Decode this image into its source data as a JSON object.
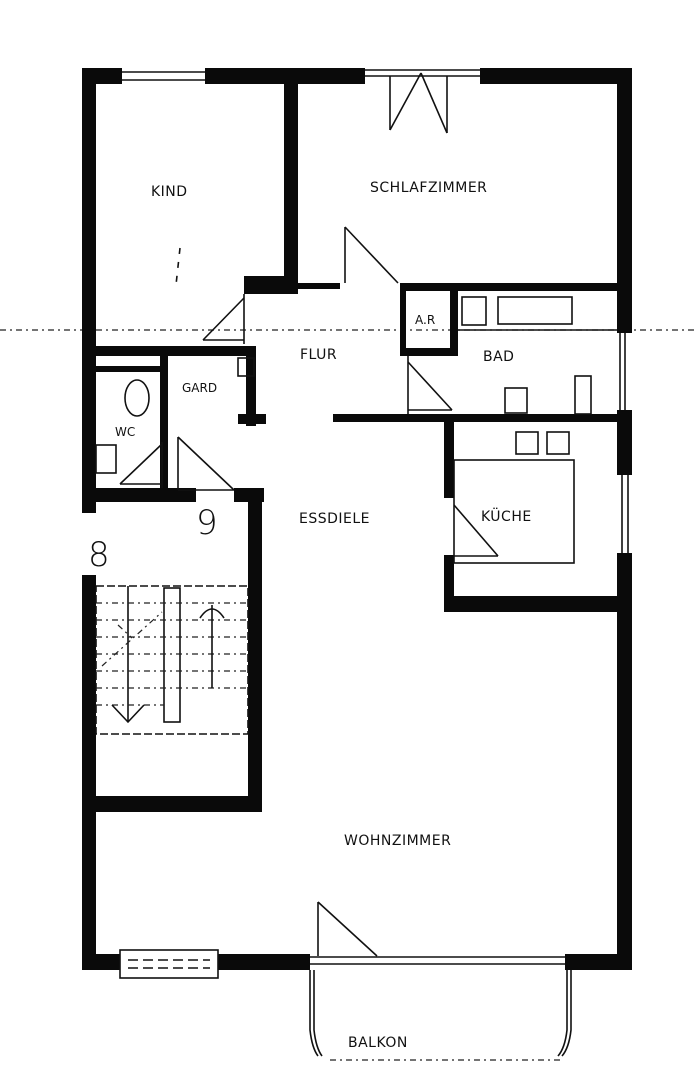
{
  "plan": {
    "type": "floor plan",
    "rooms": [
      {
        "id": "kind",
        "label": "KIND"
      },
      {
        "id": "schlafzimmer",
        "label": "SCHLAFZIMMER"
      },
      {
        "id": "flur",
        "label": "FLUR"
      },
      {
        "id": "abstellraum",
        "label": "A.R"
      },
      {
        "id": "bad",
        "label": "BAD"
      },
      {
        "id": "garderobe",
        "label": "GARD"
      },
      {
        "id": "wc",
        "label": "WC"
      },
      {
        "id": "essdiele",
        "label": "ESSDIELE"
      },
      {
        "id": "kueche",
        "label": "KÜCHE"
      },
      {
        "id": "wohnzimmer",
        "label": "WOHNZIMMER"
      },
      {
        "id": "balkon",
        "label": "BALKON"
      }
    ],
    "markers": [
      {
        "id": "stair-8",
        "label": "8"
      },
      {
        "id": "stair-9",
        "label": "9"
      }
    ],
    "colors": {
      "wall": "#0a0a0a",
      "background": "#ffffff",
      "line": "#111111"
    }
  }
}
